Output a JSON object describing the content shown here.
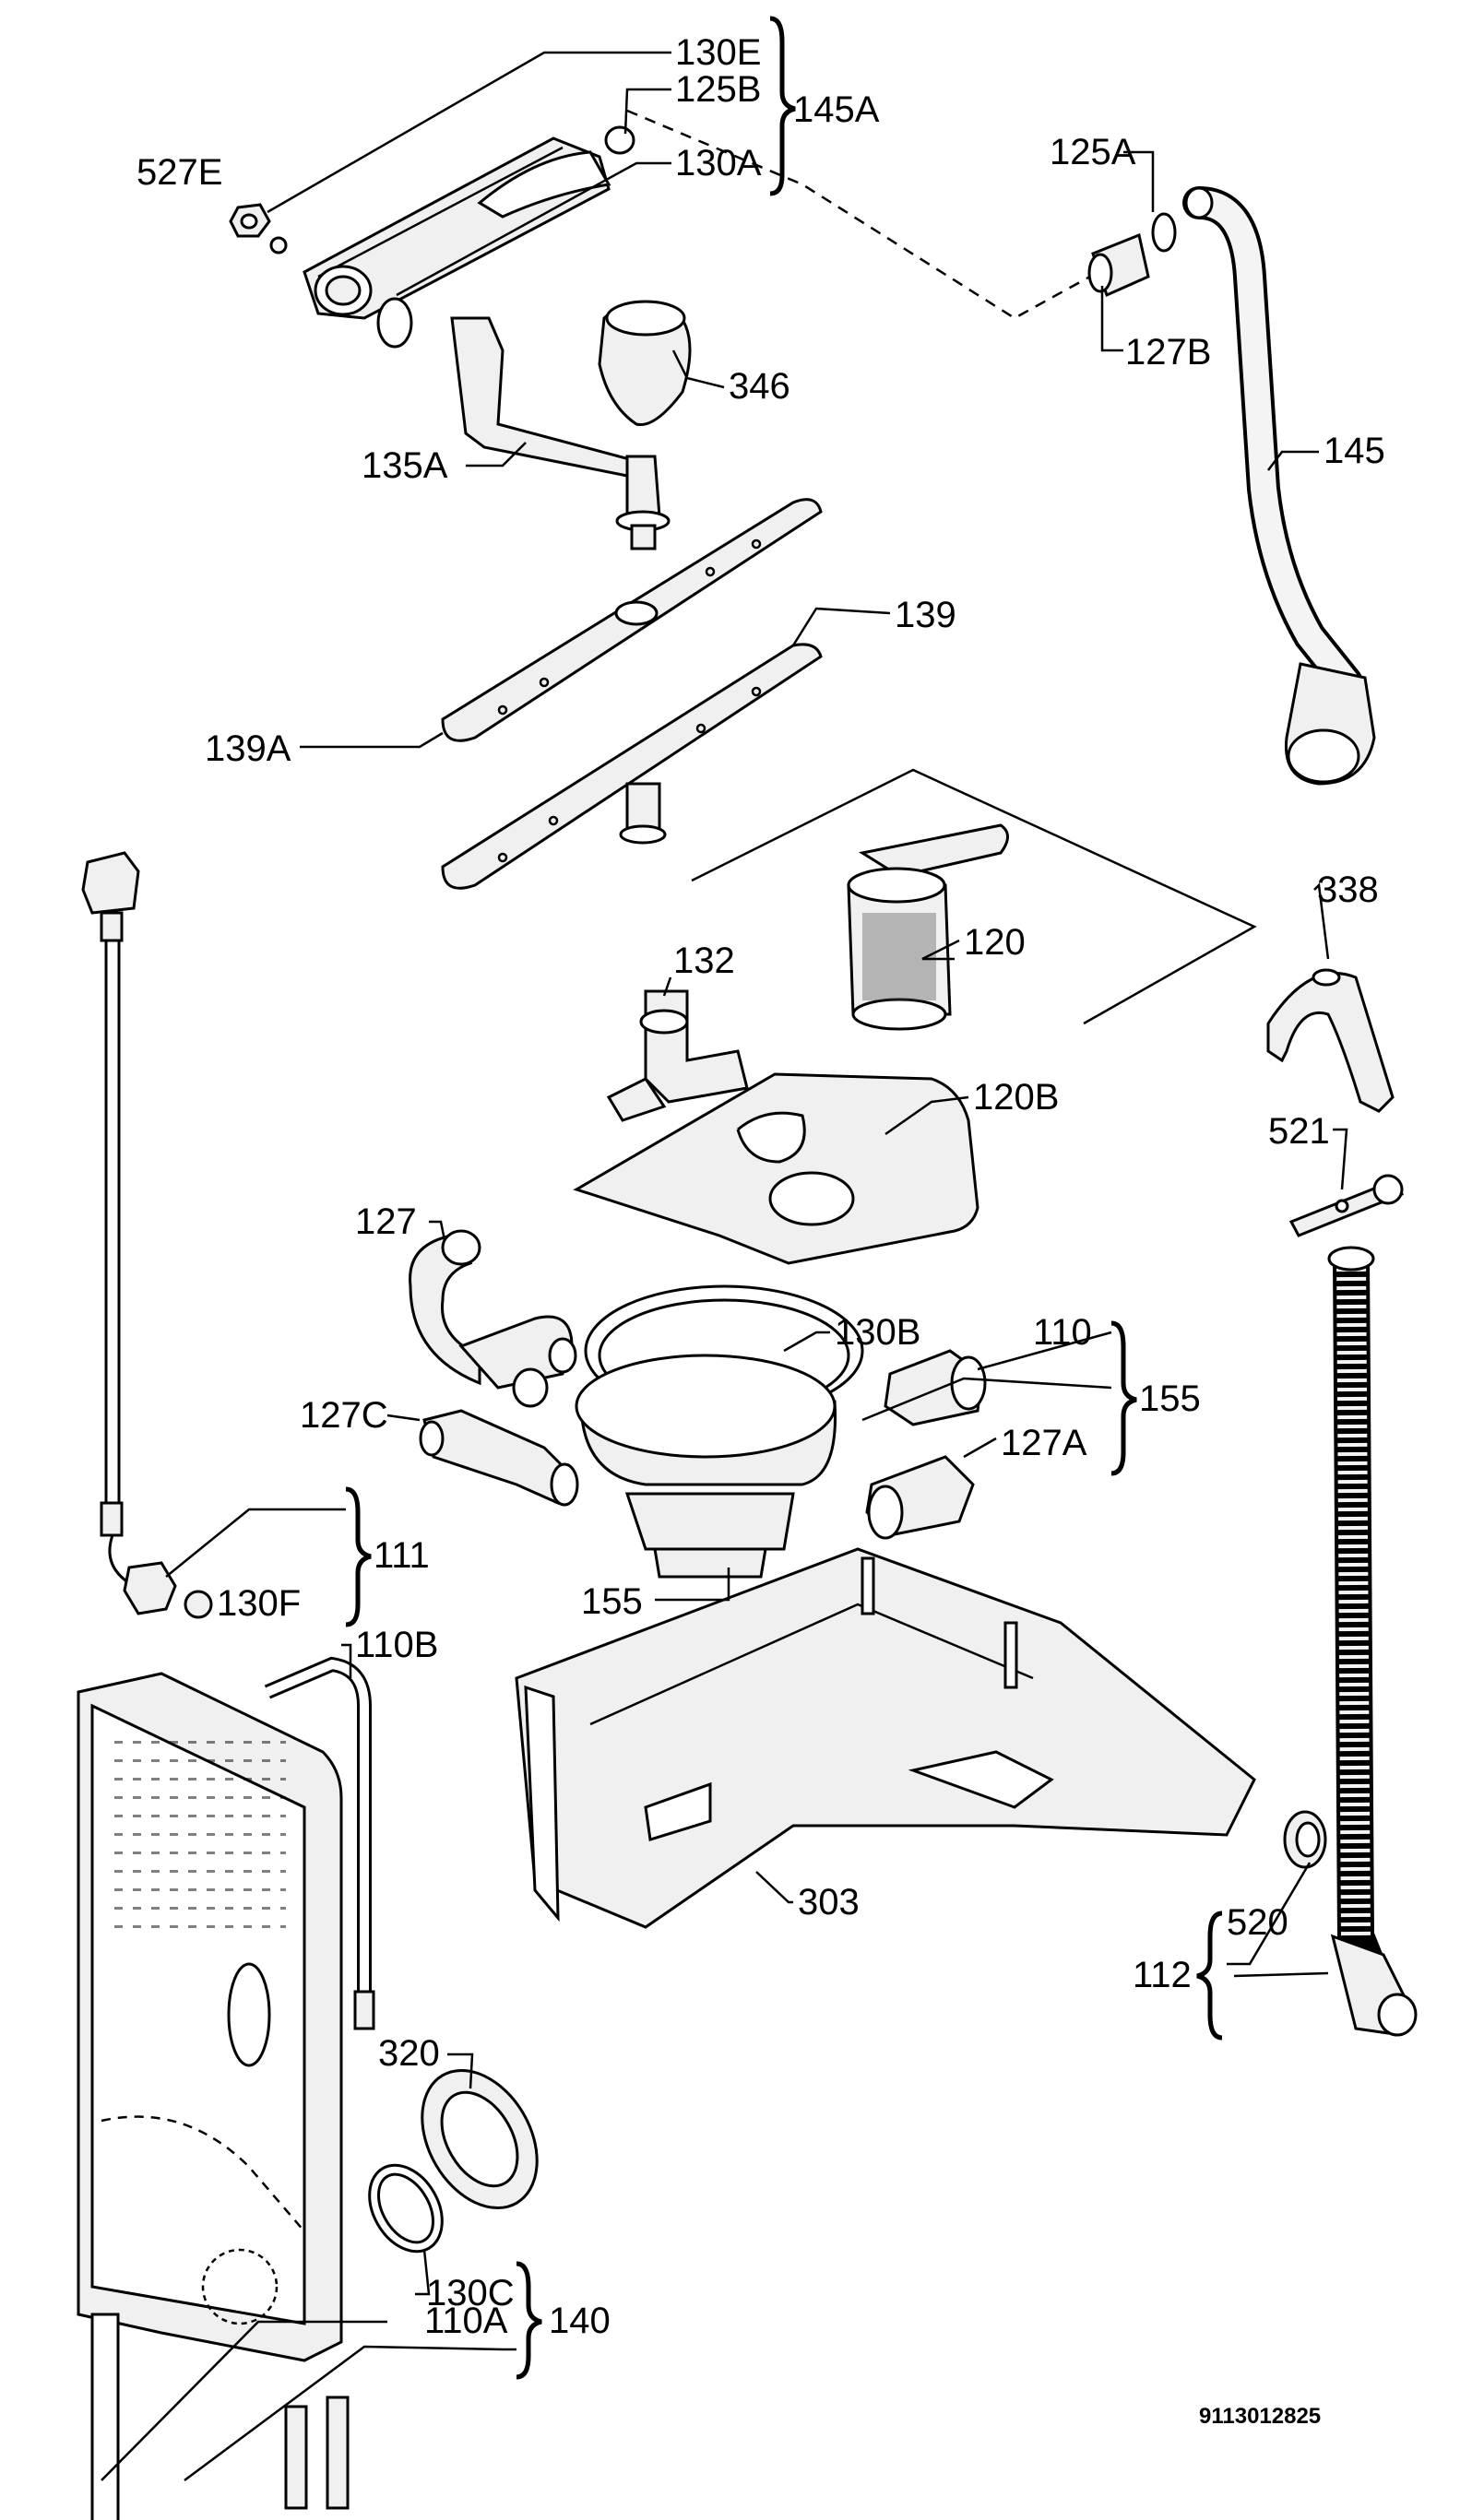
{
  "labels": {
    "l130E": "130E",
    "l125B": "125B",
    "l145A": "145A",
    "l130A": "130A",
    "l527E": "527E",
    "l125A": "125A",
    "l127B": "127B",
    "l346": "346",
    "l145": "145",
    "l135A": "135A",
    "l139": "139",
    "l139A": "139A",
    "l120": "120",
    "l338": "338",
    "l132": "132",
    "l120B": "120B",
    "l521": "521",
    "l127": "127",
    "l130B": "130B",
    "l110": "110",
    "l155a": "155",
    "l127C": "127C",
    "l127A": "127A",
    "l111": "111",
    "l130F": "130F",
    "l155b": "155",
    "l110B": "110B",
    "l303": "303",
    "l520": "520",
    "l112": "112",
    "l320": "320",
    "l130C": "130C",
    "l140": "140",
    "l110A": "110A"
  },
  "reference_number": "9113012825"
}
